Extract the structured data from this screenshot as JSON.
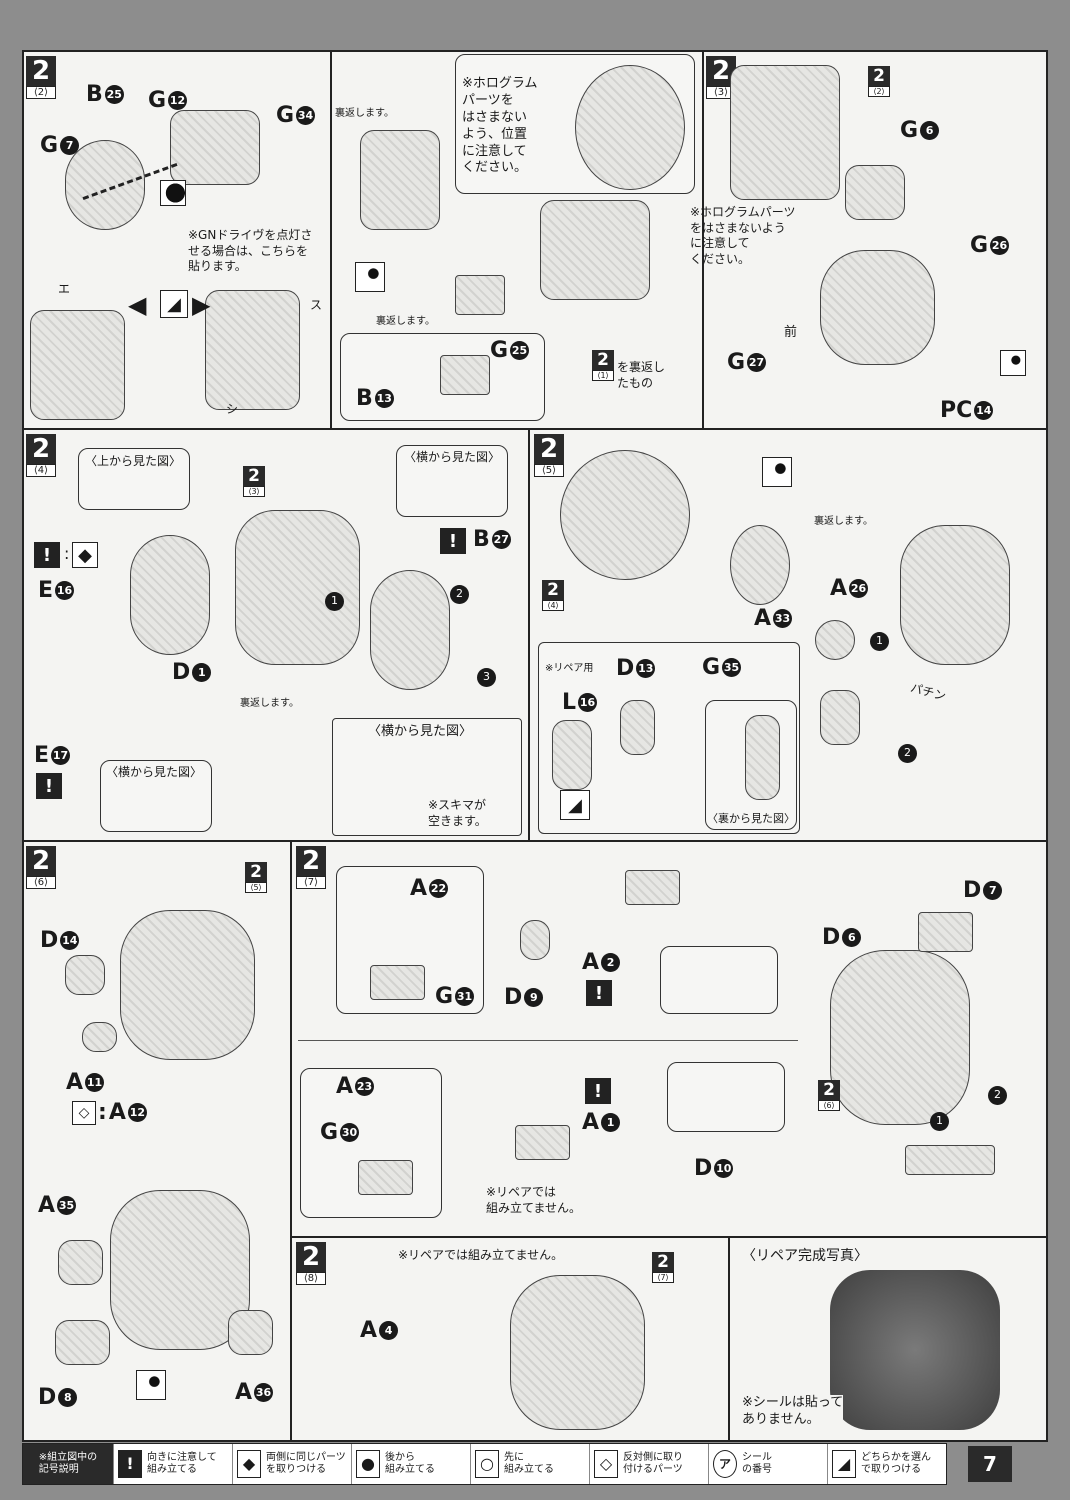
{
  "steps": {
    "s2_2": {
      "num": "2",
      "sub": "⟨2⟩",
      "parts": [
        [
          "G",
          "12"
        ],
        [
          "B",
          "25"
        ],
        [
          "G",
          "7"
        ],
        [
          "G",
          "34"
        ]
      ],
      "note_gn": "※GNドライヴを点灯さ\nせる場合は、こちらを\n貼ります。",
      "stickers": [
        "エ",
        "ス",
        "シ"
      ],
      "flip1": "裏返します。",
      "holo_note": "※ホログラム\nパーツを\nはさまない\nよう、位置\nに注意して\nください。",
      "flip2": "裏返します。",
      "sub_parts": [
        [
          "G",
          "25"
        ],
        [
          "B",
          "13"
        ]
      ],
      "ref": {
        "num": "2",
        "sub": "⟨1⟩"
      },
      "ref_text": "を裏返し\nたもの"
    },
    "s2_3": {
      "num": "2",
      "sub": "⟨3⟩",
      "ref": {
        "num": "2",
        "sub": "⟨2⟩"
      },
      "parts": [
        [
          "G",
          "6"
        ],
        [
          "G",
          "26"
        ],
        [
          "G",
          "27"
        ],
        [
          "PC",
          "14"
        ]
      ],
      "holo_note": "※ホログラムパーツ\nをはさまないよう\nに注意して\nください。",
      "front": "前"
    },
    "s2_4": {
      "num": "2",
      "sub": "⟨4⟩",
      "top_view": "〈上から見た図〉",
      "side_view": "〈横から見た図〉",
      "side_view2": "〈横から見た図〉",
      "side_view3": "〈横から見た図〉",
      "parts": [
        [
          "E",
          "16"
        ],
        [
          "D",
          "1"
        ],
        [
          "E",
          "17"
        ],
        [
          "B",
          "27"
        ]
      ],
      "flip": "裏返します。",
      "ref": {
        "num": "2",
        "sub": "⟨3⟩"
      },
      "gap_note": "※スキマが\n空きます。",
      "order": [
        "1",
        "2",
        "3"
      ]
    },
    "s2_5": {
      "num": "2",
      "sub": "⟨5⟩",
      "ref": {
        "num": "2",
        "sub": "⟨4⟩"
      },
      "parts": [
        [
          "A",
          "33"
        ],
        [
          "A",
          "26"
        ],
        [
          "L",
          "16"
        ],
        [
          "D",
          "13"
        ],
        [
          "G",
          "35"
        ]
      ],
      "flip": "裏返します。",
      "snap": "パチン",
      "repair_use": "※リペア用",
      "back_view": "〈裏から見た図〉",
      "order": [
        "1",
        "2"
      ]
    },
    "s2_6": {
      "num": "2",
      "sub": "⟨6⟩",
      "ref": {
        "num": "2",
        "sub": "⟨5⟩"
      },
      "parts": [
        [
          "D",
          "14"
        ],
        [
          "A",
          "11"
        ],
        [
          "A",
          "12"
        ],
        [
          "A",
          "35"
        ],
        [
          "D",
          "8"
        ],
        [
          "A",
          "36"
        ]
      ],
      "opposite_sep": ":"
    },
    "s2_7": {
      "num": "2",
      "sub": "⟨7⟩",
      "ref": {
        "num": "2",
        "sub": "⟨6⟩"
      },
      "parts": [
        [
          "A",
          "22"
        ],
        [
          "G",
          "31"
        ],
        [
          "D",
          "9"
        ],
        [
          "A",
          "2"
        ],
        [
          "D",
          "6"
        ],
        [
          "D",
          "7"
        ],
        [
          "A",
          "23"
        ],
        [
          "G",
          "30"
        ],
        [
          "A",
          "1"
        ],
        [
          "D",
          "10"
        ]
      ],
      "repair_note": "※リペアでは\n組み立てません。",
      "order": [
        "1",
        "2"
      ]
    },
    "s2_8": {
      "num": "2",
      "sub": "⟨8⟩",
      "ref": {
        "num": "2",
        "sub": "⟨7⟩"
      },
      "parts": [
        [
          "A",
          "4"
        ]
      ],
      "repair_note": "※リペアでは組み立てません。",
      "photo_title": "〈リペア完成写真〉",
      "sticker_note": "※シールは貼って\nありません。"
    }
  },
  "legend": {
    "title": "※組立図中の\n記号説明",
    "items": [
      {
        "icon": "exclamation-icon",
        "glyph": "!",
        "text": "向きに注意して\n組み立てる"
      },
      {
        "icon": "both-sides-icon",
        "glyph": "◆",
        "text": "両側に同じパーツ\nを取りつける"
      },
      {
        "icon": "assemble-later-icon",
        "glyph": "●",
        "text": "後から\n組み立てる"
      },
      {
        "icon": "assemble-first-icon",
        "glyph": "○",
        "text": "先に\n組み立てる"
      },
      {
        "icon": "opposite-side-icon",
        "glyph": "◇",
        "text": "反対側に取り\n付けるパーツ"
      },
      {
        "icon": "sticker-icon",
        "glyph": "ア",
        "text": "シール\nの番号"
      },
      {
        "icon": "choose-icon",
        "glyph": "◢",
        "text": "どちらかを選ん\nで取りつける"
      }
    ]
  },
  "page_number": "7"
}
